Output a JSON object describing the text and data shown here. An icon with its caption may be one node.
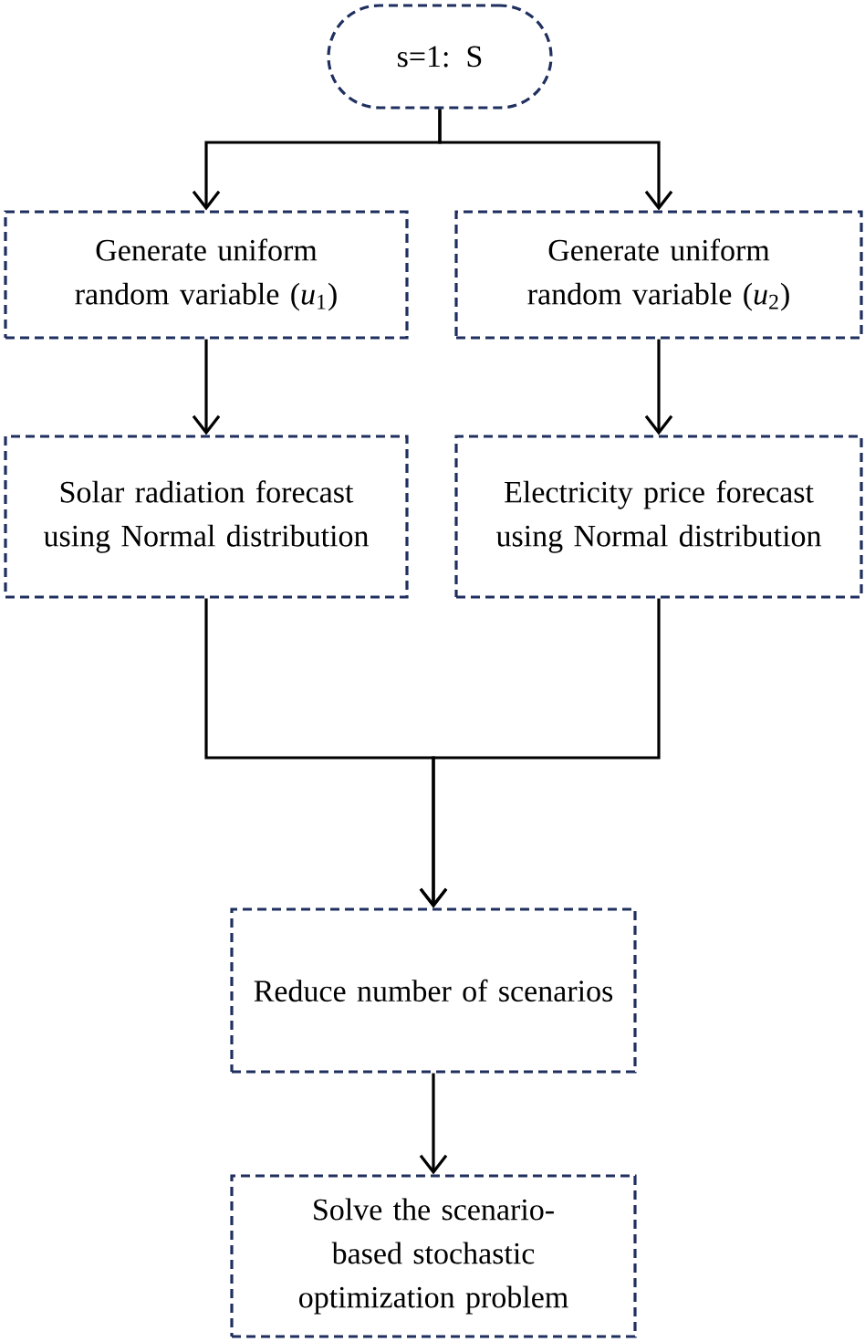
{
  "diagram": {
    "nodes": [
      {
        "text": [
          "s=1: S"
        ]
      },
      {
        "text": [
          "Generate uniform random variable (*u*$_{1}$)"
        ]
      },
      {
        "text": [
          "Generate uniform random variable (*u*$_{2}$)"
        ]
      },
      {
        "text": [
          "Solar radiation forecast using Normal distribution"
        ]
      },
      {
        "text": [
          "Electricity price forecast using Normal distribution"
        ]
      },
      {
        "text": [
          "Reduce number of scenarios"
        ]
      },
      {
        "text": [
          "Solve the scenario-based stochastic optimization problem"
        ]
      }
    ],
    "edges": [
      {
        "from": 0,
        "to": 1,
        "arrow": "to"
      },
      {
        "from": 0,
        "to": 2,
        "arrow": "to"
      },
      {
        "from": 1,
        "to": 3,
        "arrow": "to"
      },
      {
        "from": 2,
        "to": 4,
        "arrow": "to"
      },
      {
        "from": 3,
        "to": 5,
        "arrow": "to"
      },
      {
        "from": 4,
        "to": 5,
        "arrow": "to"
      },
      {
        "from": 5,
        "to": 6,
        "arrow": "to"
      }
    ]
  }
}
